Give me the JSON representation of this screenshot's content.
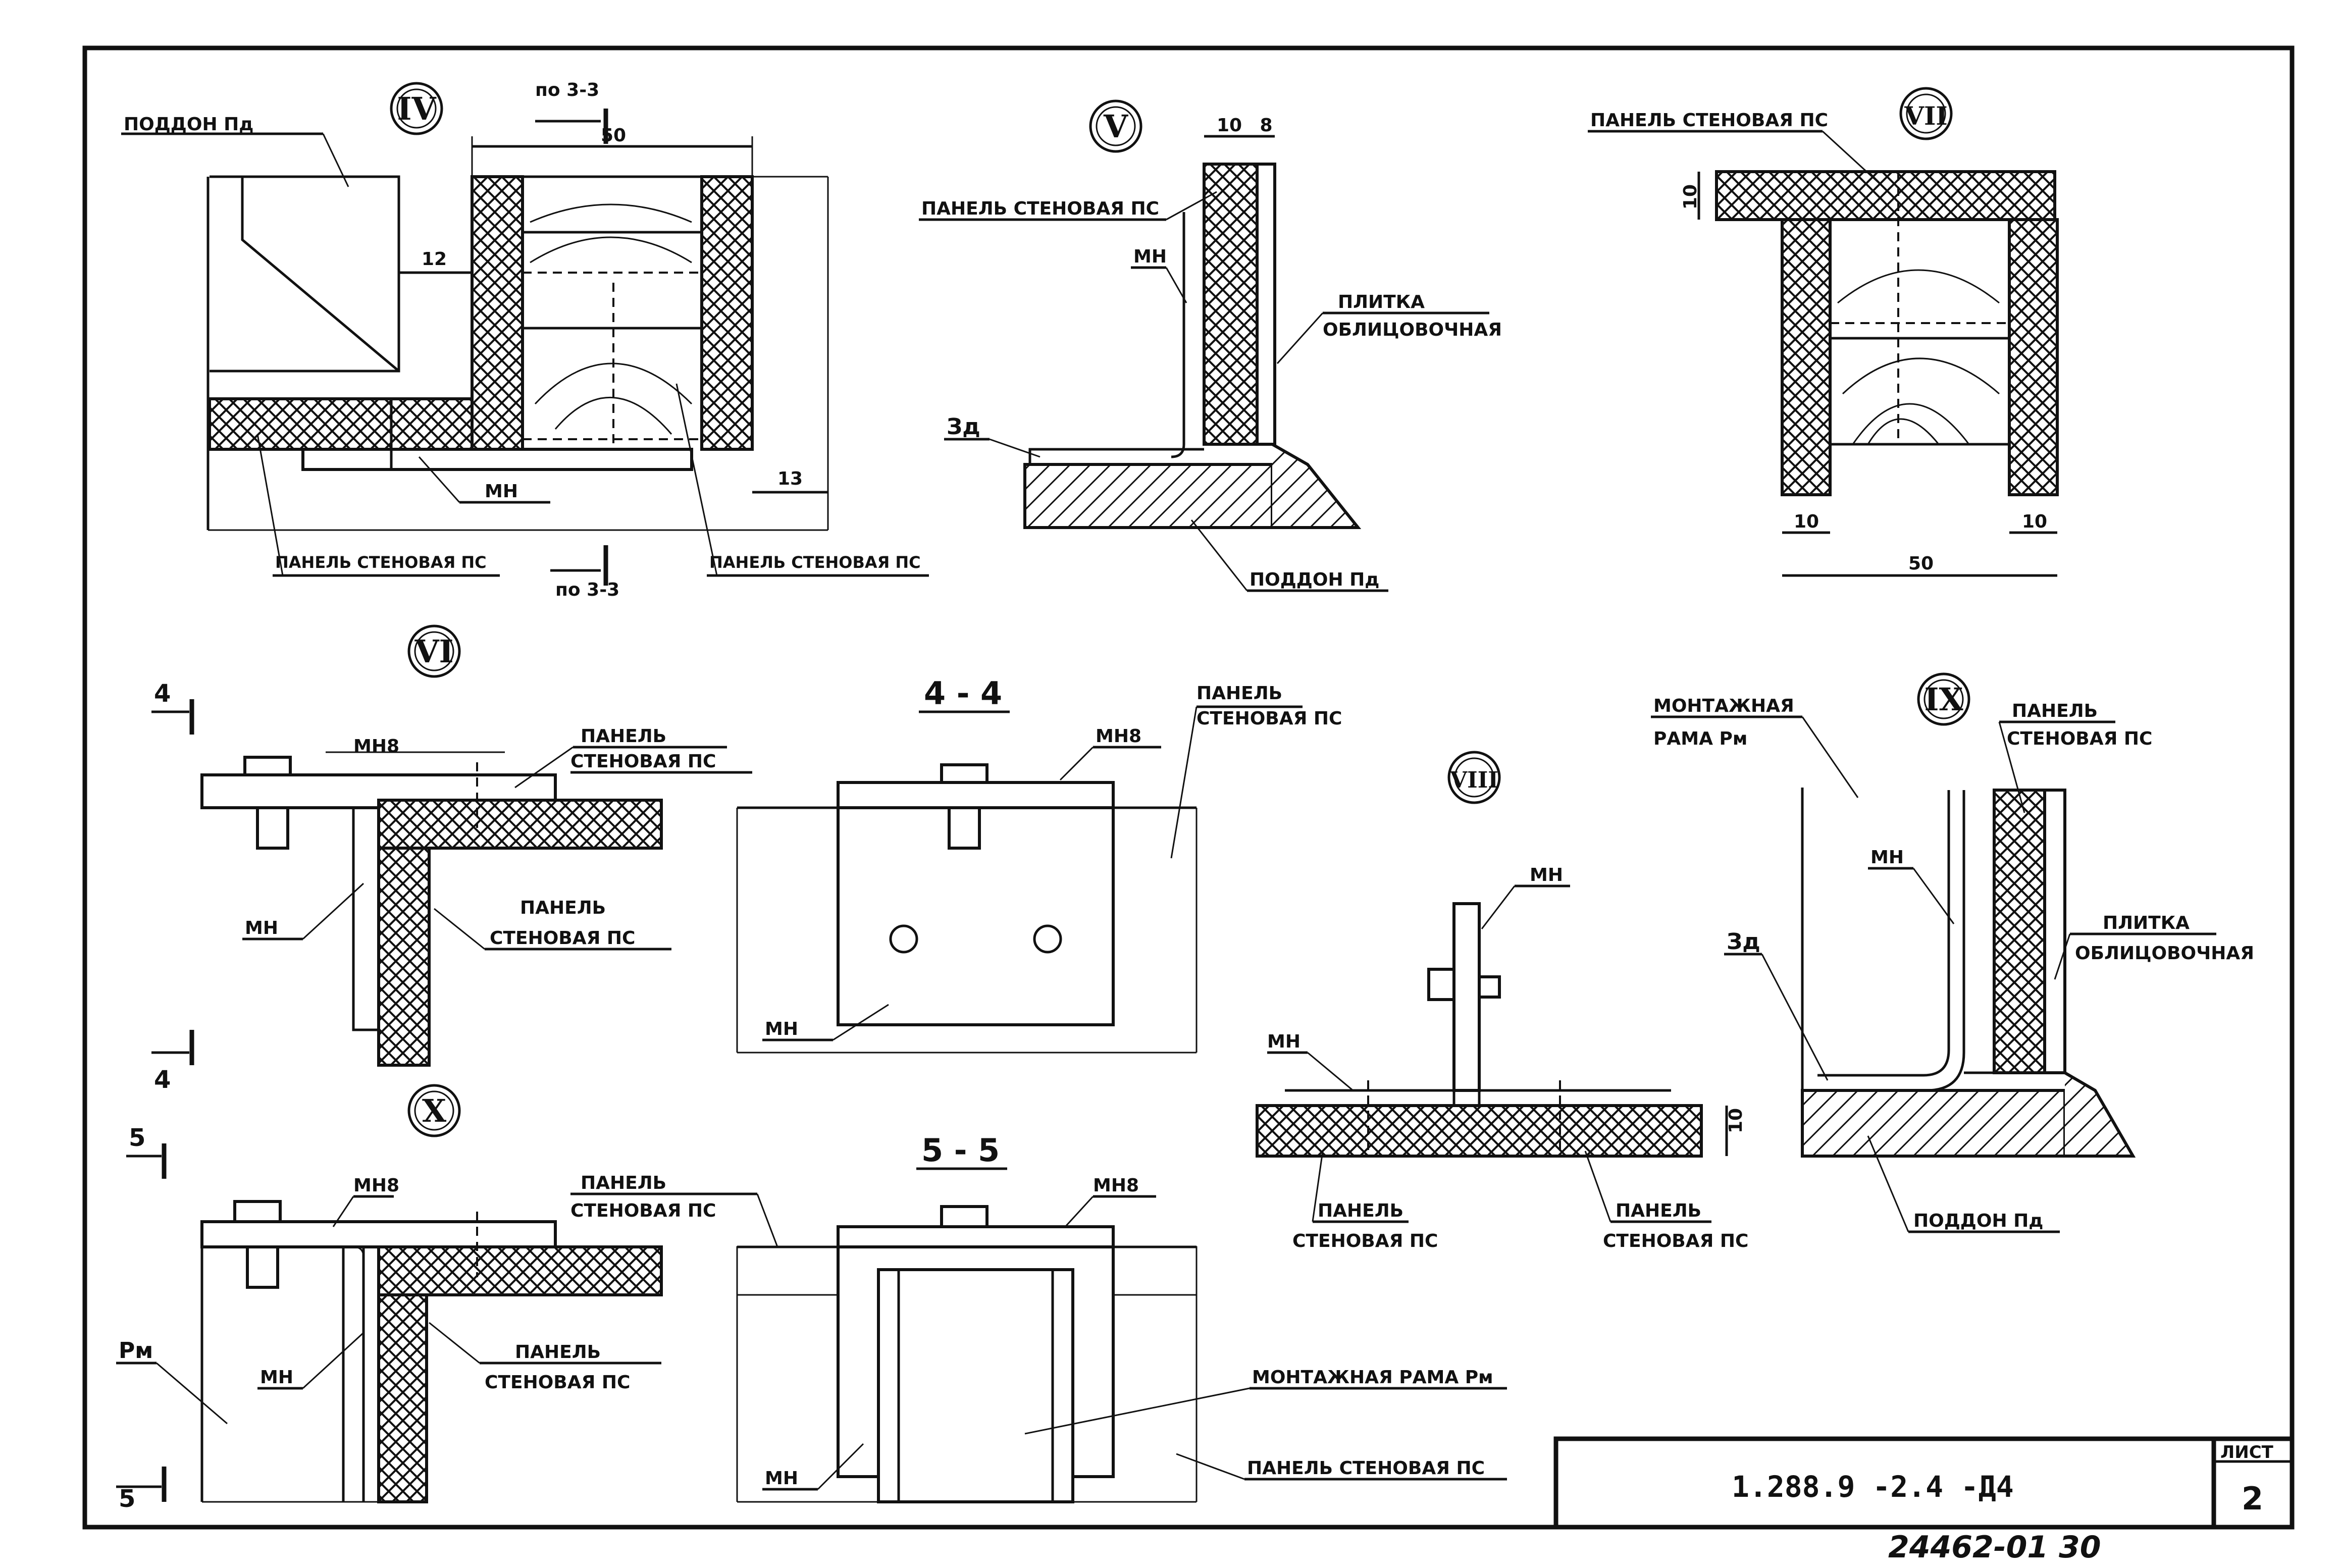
{
  "sheet": {
    "designation": "1.288.9 -2.4 -Д4",
    "sheet_label": "ЛИСТ",
    "sheet_number": "2",
    "archive_number": "24462-01 30"
  },
  "labels": {
    "pallet": "ПОДДОН Пд",
    "wall_panel": "ПАНЕЛЬ СТЕНОВАЯ ПС",
    "wall_panel_l1": "ПАНЕЛЬ",
    "wall_panel_l2": "СТЕНОВАЯ ПС",
    "mn": "МН",
    "mn8": "МН8",
    "tile_l1": "ПЛИТКА",
    "tile_l2": "ОБЛИЦОВОЧНАЯ",
    "zd": "Зд",
    "frame_l1": "МОНТАЖНАЯ",
    "frame_l2": "РАМА Рм",
    "frame_full": "МОНТАЖНАЯ РАМА Рм",
    "rm": "Рм",
    "section_33": "по 3-3"
  },
  "nodes": {
    "iv": "IV",
    "v": "V",
    "vi": "VI",
    "vii": "VII",
    "viii": "VIII",
    "ix": "IX",
    "x": "X"
  },
  "sections": {
    "s44": "4 - 4",
    "s55": "5 - 5",
    "m4": "4",
    "m5": "5"
  },
  "dimensions": {
    "d50": "50",
    "d12": "12",
    "d13": "13",
    "d10": "10",
    "d8": "8"
  }
}
